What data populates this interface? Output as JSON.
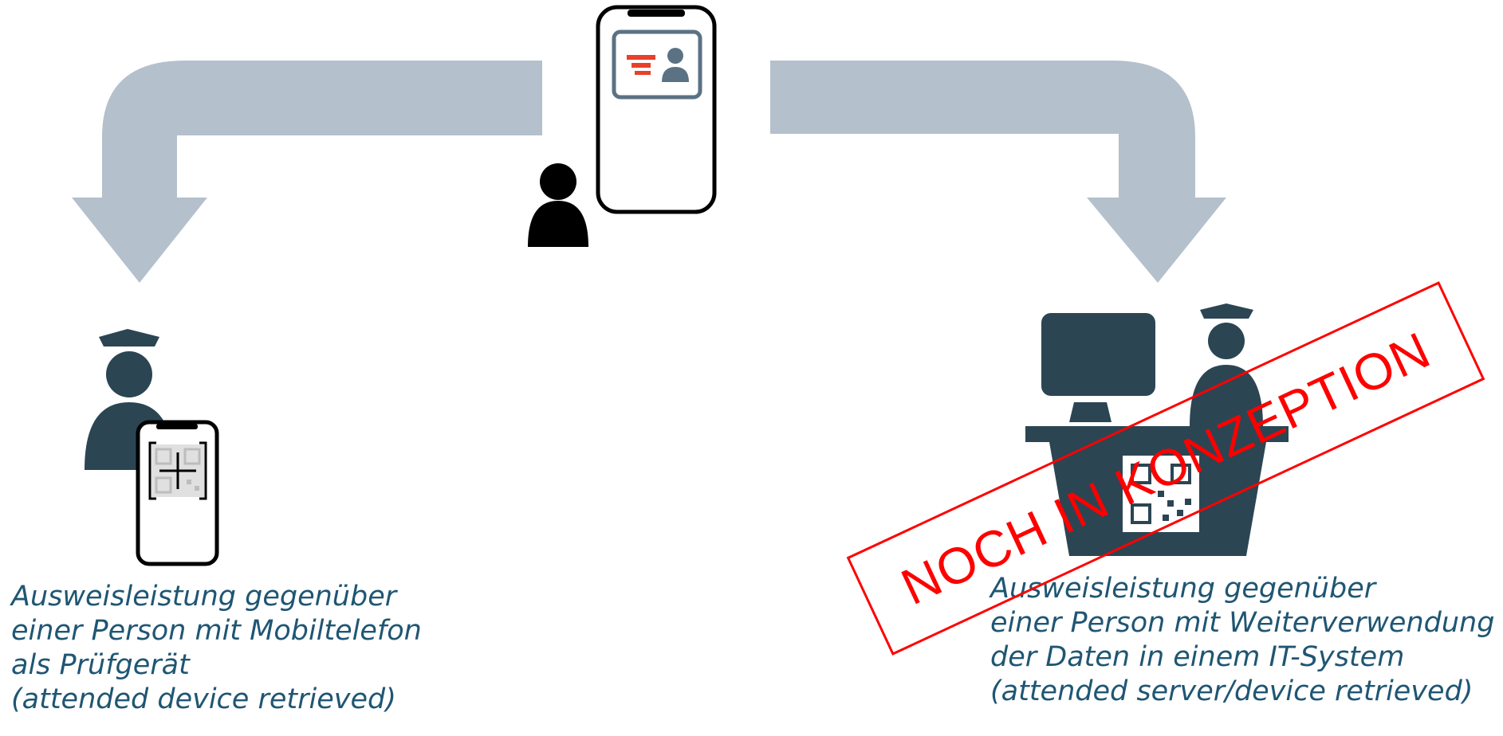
{
  "colors": {
    "arrow": "#b4c0cc",
    "figure_dark": "#2b4553",
    "outline": "#000000",
    "id_card_frame": "#5b7284",
    "id_card_accent": "#e8402a",
    "caption_text": "#1f5673",
    "stamp": "#ff0000"
  },
  "icons": {
    "holder": "person-icon",
    "holder_phone": "smartphone-id-card-icon",
    "verifier_left": "officer-icon",
    "verifier_left_phone": "smartphone-qr-scanner-icon",
    "verifier_right": "officer-at-desk-with-computer-icon",
    "qr": "qr-code-icon"
  },
  "captions": {
    "left": {
      "line1": "Ausweisleistung gegenüber",
      "line2": "einer Person mit Mobiltelefon",
      "line3": "als Prüfgerät",
      "line4": "(attended device retrieved)"
    },
    "right": {
      "line1": "Ausweisleistung gegenüber",
      "line2": "einer Person mit Weiterverwendung",
      "line3": "der Daten in einem IT-System",
      "line4": "(attended server/device retrieved)"
    }
  },
  "stamp": {
    "text": "NOCH IN KONZEPTION"
  }
}
